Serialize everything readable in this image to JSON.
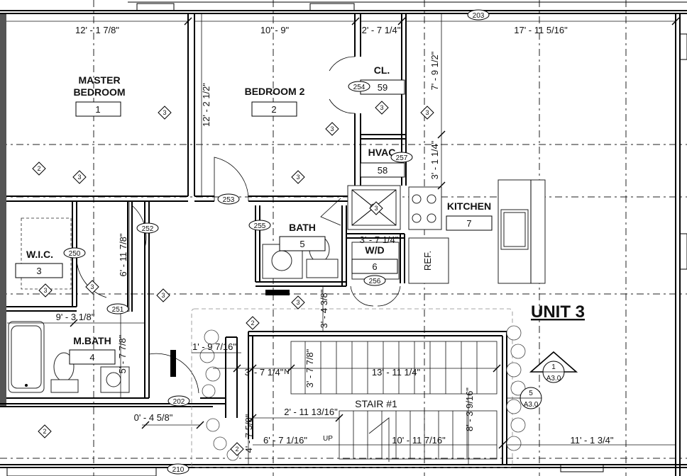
{
  "unit_label": "UNIT 3",
  "rooms": [
    {
      "name_lines": [
        "MASTER",
        "BEDROOM"
      ],
      "number": "1"
    },
    {
      "name_lines": [
        "BEDROOM 2"
      ],
      "number": "2"
    },
    {
      "name_lines": [
        "CL."
      ],
      "number": "59"
    },
    {
      "name_lines": [
        "HVAC"
      ],
      "number": "58"
    },
    {
      "name_lines": [
        "BATH"
      ],
      "number": "5"
    },
    {
      "name_lines": [
        "W/D"
      ],
      "number": "6"
    },
    {
      "name_lines": [
        "KITCHEN"
      ],
      "number": "7"
    },
    {
      "name_lines": [
        "W.I.C."
      ],
      "number": "3"
    },
    {
      "name_lines": [
        "M.BATH"
      ],
      "number": "4"
    }
  ],
  "dimensions": [
    "12' - 1 7/8\"",
    "10' - 9\"",
    "2' - 7 1/4\"",
    "17' - 11 5/16\"",
    "7' - 9 1/2\"",
    "12' - 2 1/2\"",
    "3' - 1 1/4\"",
    "6' - 11 7/8\"",
    "3' - 7 1/4\"",
    "9' - 3 1/8\"",
    "5' - 7 7/8\"",
    "3' - 4 3/8\"",
    "1' - 9 7/16\"",
    "3' - 7 1/4\"",
    "3' - 7 7/8\"",
    "13' - 11 1/4\"",
    "8' - 3 9/16\"",
    "0' - 4 5/8\"",
    "2' - 11 13/16\"",
    "4' - 7 5/8\"",
    "6' - 7 1/16\"",
    "10' - 11 7/16\"",
    "11' - 1 3/4\""
  ],
  "door_tags": [
    "203",
    "254",
    "257",
    "253",
    "252",
    "255",
    "250",
    "256",
    "251",
    "202",
    "210"
  ],
  "wall_types": [
    "3",
    "2"
  ],
  "stair_label": "STAIR #1",
  "stair_up": "UP",
  "stair_n": "N",
  "fridge_label": "REF.",
  "section_markers": [
    {
      "number": "1",
      "sheet": "A3.0"
    },
    {
      "number": "5",
      "sheet": "A3.0"
    }
  ]
}
